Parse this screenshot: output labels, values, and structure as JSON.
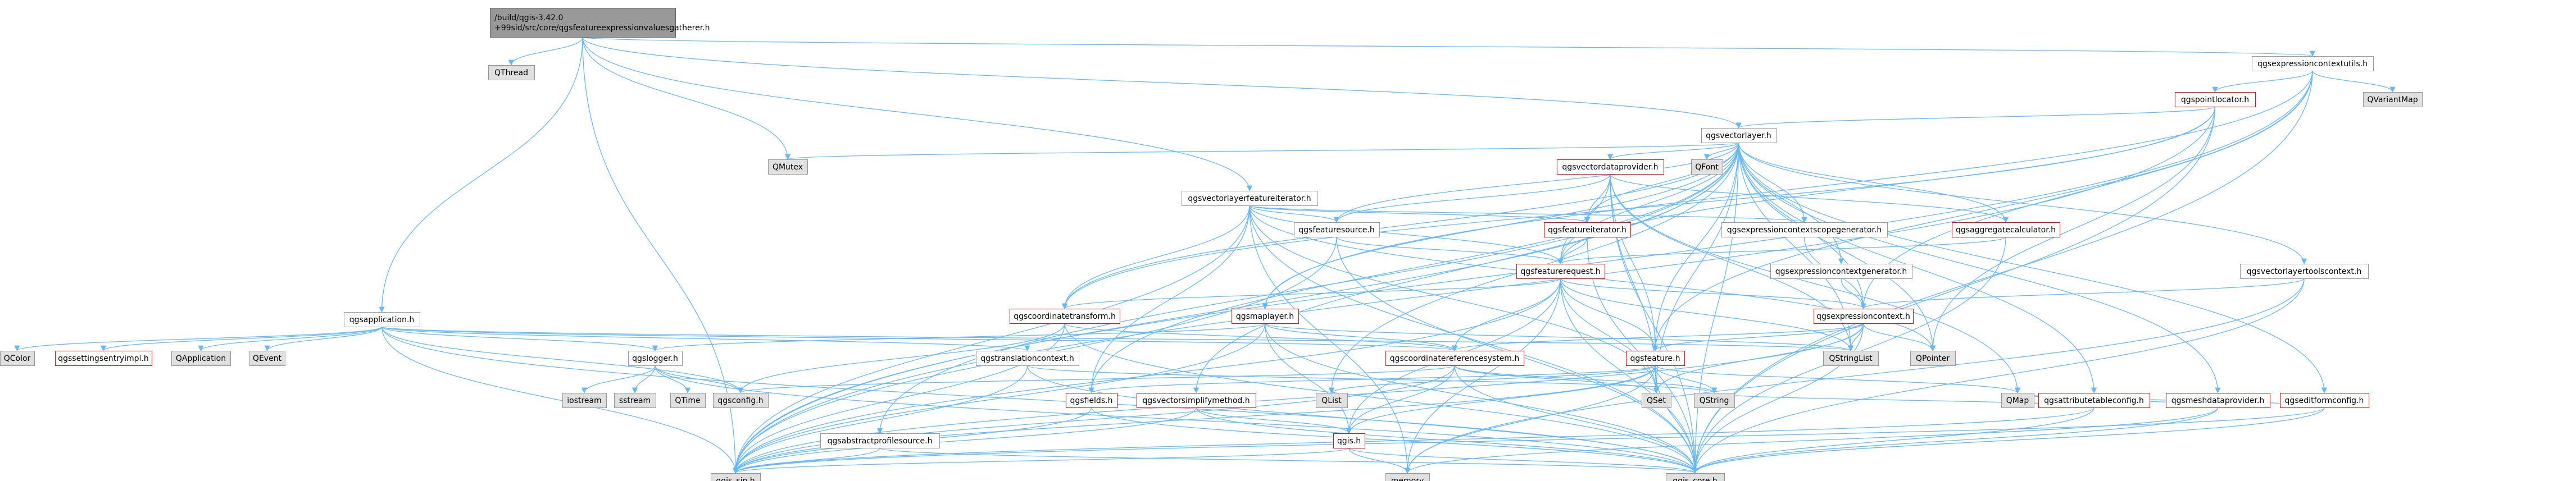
{
  "title": "/build/qgis-3.42.0+99sid/src/core/qgsfeatureexpressionvaluesgatherer.h",
  "colors": {
    "root_fill": "#999999",
    "node_fill": "#ffffff",
    "node_border": "#999999",
    "red_border": "#ff0000",
    "external_fill": "#e0e0e0",
    "edge": "#63b8ff"
  },
  "nodes": [
    {
      "id": "root",
      "label_lines": [
        "/build/qgis-3.42.0",
        "+99sid/src/core/qgsfeatureexpressionvaluesgatherer.h"
      ],
      "kind": "root"
    },
    {
      "id": "qthread",
      "label_lines": [
        "QThread"
      ],
      "kind": "external"
    },
    {
      "id": "qgsapplication",
      "label_lines": [
        "qgsapplication.h"
      ],
      "kind": "normal"
    },
    {
      "id": "qmutex",
      "label_lines": [
        "QMutex"
      ],
      "kind": "external"
    },
    {
      "id": "qgsvectorlayerfeatureiterator",
      "label_lines": [
        "qgsvectorlayerfeatureiterator.h"
      ],
      "kind": "normal"
    },
    {
      "id": "qgsexpressioncontextutils",
      "label_lines": [
        "qgsexpressioncontextutils.h"
      ],
      "kind": "normal"
    },
    {
      "id": "qgspointlocator",
      "label_lines": [
        "qgspointlocator.h"
      ],
      "kind": "red"
    },
    {
      "id": "qvariantmap",
      "label_lines": [
        "QVariantMap"
      ],
      "kind": "external"
    },
    {
      "id": "qgsvectorlayer",
      "label_lines": [
        "qgsvectorlayer.h"
      ],
      "kind": "normal"
    },
    {
      "id": "qfont",
      "label_lines": [
        "QFont"
      ],
      "kind": "external"
    },
    {
      "id": "qgsvectordataprovider",
      "label_lines": [
        "qgsvectordataprovider.h"
      ],
      "kind": "red"
    },
    {
      "id": "qgsfeaturesource",
      "label_lines": [
        "qgsfeaturesource.h"
      ],
      "kind": "normal"
    },
    {
      "id": "qgsfeatureiterator",
      "label_lines": [
        "qgsfeatureiterator.h"
      ],
      "kind": "red"
    },
    {
      "id": "qgsexpressioncontextscopegenerator",
      "label_lines": [
        "qgsexpressioncontextscopegenerator.h"
      ],
      "kind": "normal"
    },
    {
      "id": "qgsaggregatecalculator",
      "label_lines": [
        "qgsaggregatecalculator.h"
      ],
      "kind": "red"
    },
    {
      "id": "qgsvectorlayertoolscontext",
      "label_lines": [
        "qgsvectorlayertoolscontext.h"
      ],
      "kind": "normal"
    },
    {
      "id": "qgsfeaturerequest",
      "label_lines": [
        "qgsfeaturerequest.h"
      ],
      "kind": "red"
    },
    {
      "id": "qgsexpressioncontextgenerator",
      "label_lines": [
        "qgsexpressioncontextgenerator.h"
      ],
      "kind": "normal"
    },
    {
      "id": "qgscoordinatetransform",
      "label_lines": [
        "qgscoordinatetransform.h"
      ],
      "kind": "red"
    },
    {
      "id": "qgsmaplayer",
      "label_lines": [
        "qgsmaplayer.h"
      ],
      "kind": "red"
    },
    {
      "id": "qgsexpressioncontext",
      "label_lines": [
        "qgsexpressioncontext.h"
      ],
      "kind": "red"
    },
    {
      "id": "qcolor",
      "label_lines": [
        "QColor"
      ],
      "kind": "external"
    },
    {
      "id": "qgssettingsentryimpl",
      "label_lines": [
        "qgssettingsentryimpl.h"
      ],
      "kind": "red"
    },
    {
      "id": "qapplication",
      "label_lines": [
        "QApplication"
      ],
      "kind": "external"
    },
    {
      "id": "qevent",
      "label_lines": [
        "QEvent"
      ],
      "kind": "external"
    },
    {
      "id": "qgslogger",
      "label_lines": [
        "qgslogger.h"
      ],
      "kind": "normal"
    },
    {
      "id": "qgstranslationcontext",
      "label_lines": [
        "qgstranslationcontext.h"
      ],
      "kind": "normal"
    },
    {
      "id": "qgscoordinatereferencesystem",
      "label_lines": [
        "qgscoordinatereferencesystem.h"
      ],
      "kind": "red"
    },
    {
      "id": "qgsfeature",
      "label_lines": [
        "qgsfeature.h"
      ],
      "kind": "red"
    },
    {
      "id": "qstringlist",
      "label_lines": [
        "QStringList"
      ],
      "kind": "external"
    },
    {
      "id": "qpointer",
      "label_lines": [
        "QPointer"
      ],
      "kind": "external"
    },
    {
      "id": "qgsattributetableconfig",
      "label_lines": [
        "qgsattributetableconfig.h"
      ],
      "kind": "red"
    },
    {
      "id": "qgsmeshdataprovider",
      "label_lines": [
        "qgsmeshdataprovider.h"
      ],
      "kind": "red"
    },
    {
      "id": "qgseditformconfig",
      "label_lines": [
        "qgseditformconfig.h"
      ],
      "kind": "red"
    },
    {
      "id": "iostream",
      "label_lines": [
        "iostream"
      ],
      "kind": "external"
    },
    {
      "id": "sstream",
      "label_lines": [
        "sstream"
      ],
      "kind": "external"
    },
    {
      "id": "qtime",
      "label_lines": [
        "QTime"
      ],
      "kind": "external"
    },
    {
      "id": "qgsconfig",
      "label_lines": [
        "qgsconfig.h"
      ],
      "kind": "external"
    },
    {
      "id": "qgsfields",
      "label_lines": [
        "qgsfields.h"
      ],
      "kind": "red"
    },
    {
      "id": "qgsvectorsimplifymethod",
      "label_lines": [
        "qgsvectorsimplifymethod.h"
      ],
      "kind": "red"
    },
    {
      "id": "qlist",
      "label_lines": [
        "QList"
      ],
      "kind": "external"
    },
    {
      "id": "qset",
      "label_lines": [
        "QSet"
      ],
      "kind": "external"
    },
    {
      "id": "qstring",
      "label_lines": [
        "QString"
      ],
      "kind": "external"
    },
    {
      "id": "qmap",
      "label_lines": [
        "QMap"
      ],
      "kind": "external"
    },
    {
      "id": "qgsabstractprofilesource",
      "label_lines": [
        "qgsabstractprofilesource.h"
      ],
      "kind": "normal"
    },
    {
      "id": "qgis",
      "label_lines": [
        "qgis.h"
      ],
      "kind": "red"
    },
    {
      "id": "qgis_sip",
      "label_lines": [
        "qgis_sip.h"
      ],
      "kind": "external"
    },
    {
      "id": "memory",
      "label_lines": [
        "memory"
      ],
      "kind": "external"
    },
    {
      "id": "qgis_core",
      "label_lines": [
        "qgis_core.h"
      ],
      "kind": "external"
    }
  ]
}
